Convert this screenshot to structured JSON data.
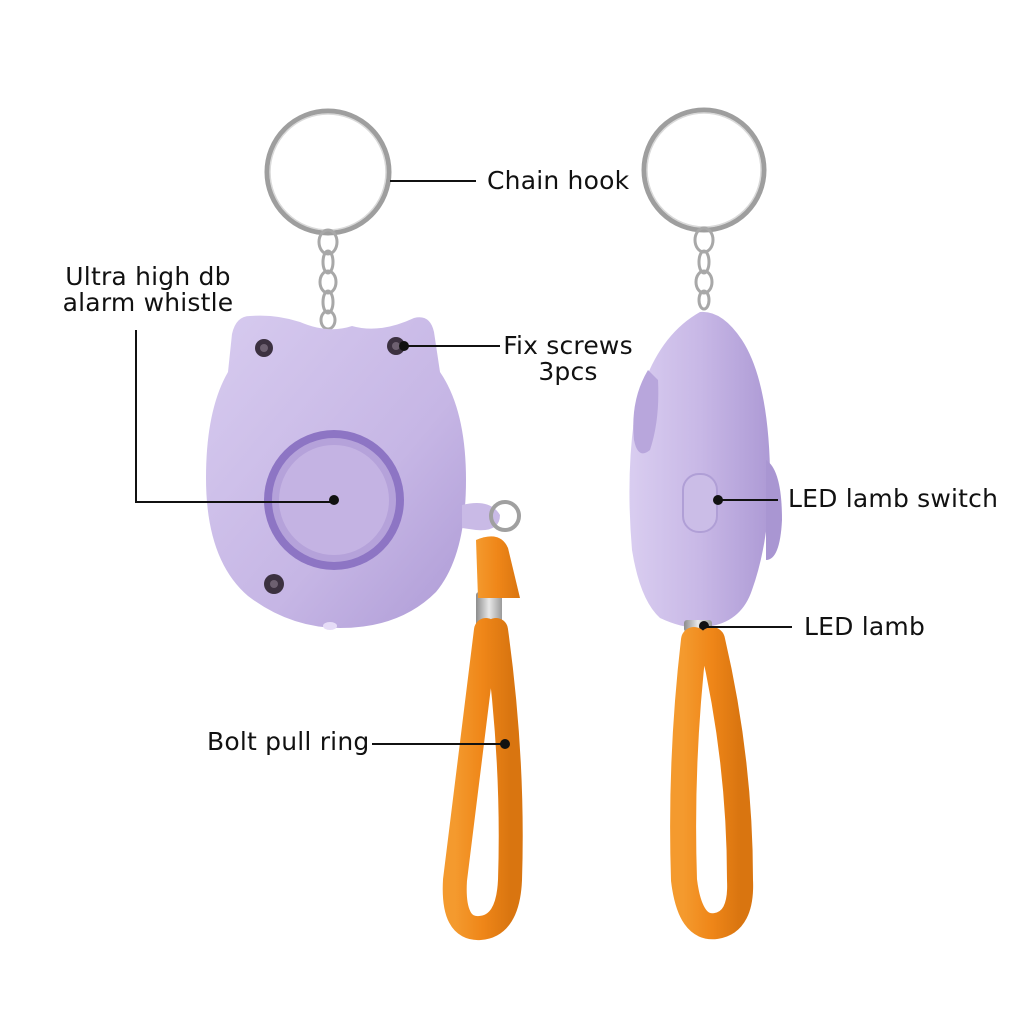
{
  "labels": {
    "chain_hook": "Chain hook",
    "alarm_whistle": [
      "Ultra high db",
      "alarm whistle"
    ],
    "fix_screws": [
      "Fix screws",
      "3pcs"
    ],
    "led_switch": "LED lamb switch",
    "led_lamp": "LED lamb",
    "pull_ring": "Bolt pull ring"
  },
  "colors": {
    "body": "#c8b8e6",
    "body_shade": "#b3a0d8",
    "speaker_ring": "#8d75c4",
    "strap": "#f08a1c",
    "strap_dark": "#d87410",
    "metal": "#b8b8b8",
    "leader_line": "#111111"
  },
  "icons": [
    "key-ring-icon",
    "chain-icon",
    "screw-icon",
    "speaker-icon",
    "strap-icon"
  ]
}
